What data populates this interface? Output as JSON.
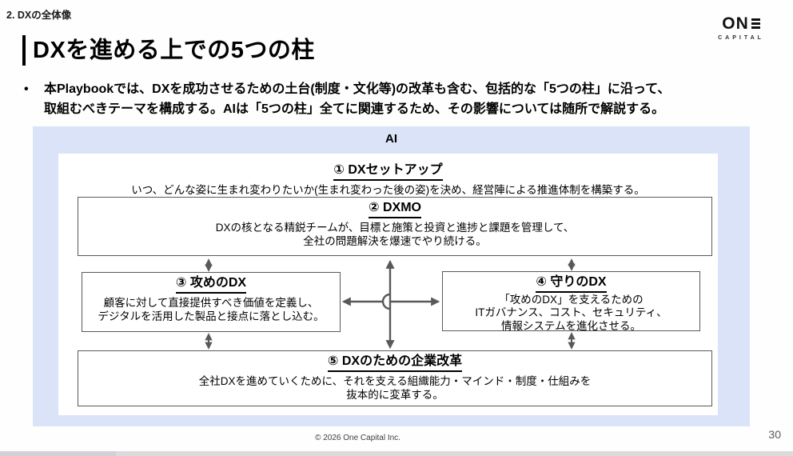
{
  "page": {
    "section_label": "2. DXの全体像",
    "title": "DXを進める上での5つの柱",
    "bullet": {
      "marker": "•",
      "line1": "本Playbookでは、DXを成功させるための土台(制度・文化等)の改革も含む、包括的な「5つの柱」に沿って、",
      "line2": "取組むべきテーマを構成する。AIは「5つの柱」全てに関連するため、その影響については随所で解説する。"
    },
    "footer_copyright": "© 2026 One Capital Inc.",
    "page_number": "30"
  },
  "logo": {
    "word_head": "ON",
    "word_full": "ONE",
    "subtext": "CAPITAL"
  },
  "diagram": {
    "ai_label": "AI",
    "pillars": [
      {
        "title": "① DXセットアップ",
        "lines": [
          "いつ、どんな姿に生まれ変わりたいか(生まれ変わった後の姿)を決め、経営陣による推進体制を構築する。"
        ]
      },
      {
        "title": "② DXMO",
        "lines": [
          "DXの核となる精鋭チームが、目標と施策と投資と進捗と課題を管理して、",
          "全社の問題解決を爆速でやり続ける。"
        ]
      },
      {
        "title": "③ 攻めのDX",
        "lines": [
          "顧客に対して直接提供すべき価値を定義し、",
          "デジタルを活用した製品と接点に落とし込む。"
        ]
      },
      {
        "title": "④ 守りのDX",
        "lines": [
          "「攻めのDX」を支えるための",
          "ITガバナンス、コスト、セキュリティ、",
          "情報システムを進化させる。"
        ]
      },
      {
        "title": "⑤ DXのための企業改革",
        "lines": [
          "全社DXを進めていくために、それを支える組織能力・マインド・制度・仕組みを",
          "抜本的に変革する。"
        ]
      }
    ],
    "colors": {
      "panel_bg": "#dbe3f8",
      "box_border": "#595959",
      "arrow": "#595959",
      "heading_underline": "#000000",
      "bottom_strip": "#dbdbde"
    }
  }
}
